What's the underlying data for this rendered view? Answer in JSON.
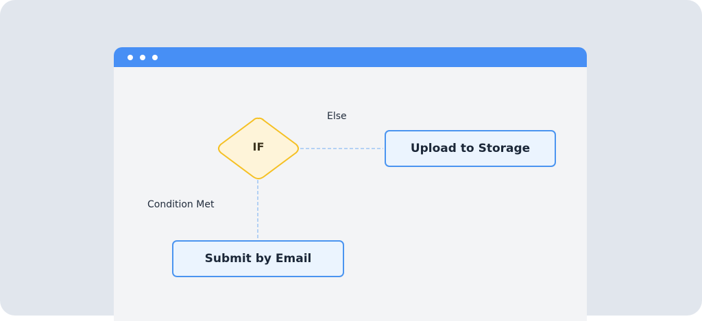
{
  "window": {
    "controls": [
      "close-dot",
      "minimize-dot",
      "maximize-dot"
    ]
  },
  "diagram": {
    "decision": {
      "label": "IF"
    },
    "edges": {
      "else_label": "Else",
      "condition_label": "Condition Met"
    },
    "nodes": {
      "else_action": "Upload to Storage",
      "condition_action": "Submit by Email"
    }
  },
  "colors": {
    "accent": "#478ff5",
    "decision_border": "#f5c023",
    "decision_fill": "#fef4d9",
    "node_border": "#4a94f0",
    "node_fill": "#ebf4fe"
  }
}
